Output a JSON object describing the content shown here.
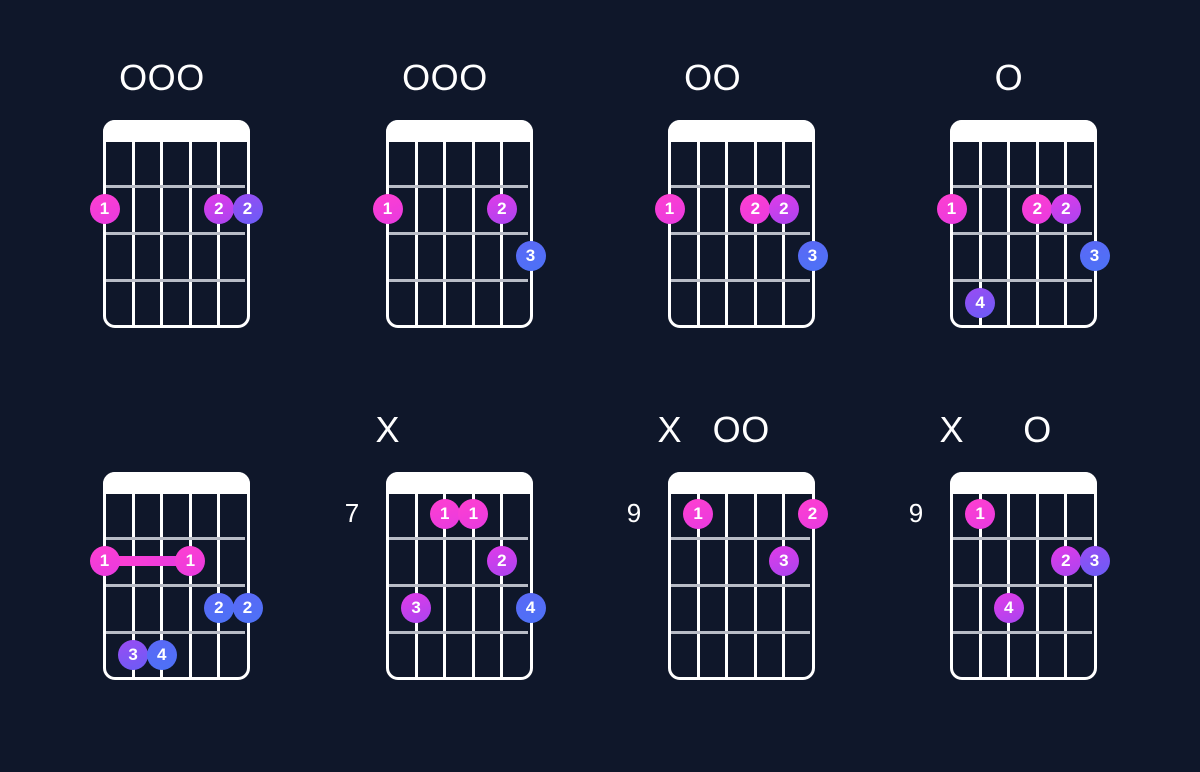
{
  "colors": {
    "background": "#0f172a",
    "frame": "#ffffff",
    "fret_line": "#b8bcc6",
    "finger_1": "#f63dd6",
    "finger_2": "#c040ee",
    "finger_3": "#7a57f5",
    "finger_4": "#4f6ef7"
  },
  "chords": [
    {
      "id": "chord-1",
      "markers": [
        {
          "string": 2,
          "symbol": "O"
        },
        {
          "string": 3,
          "symbol": "O"
        },
        {
          "string": 4,
          "symbol": "O"
        }
      ],
      "fret_label": "",
      "barre": null,
      "dots": [
        {
          "string": 1,
          "fret": 2,
          "finger": "1",
          "color": "pink"
        },
        {
          "string": 5,
          "fret": 2,
          "finger": "2",
          "color": "magenta"
        },
        {
          "string": 6,
          "fret": 2,
          "finger": "2",
          "color": "violet"
        }
      ]
    },
    {
      "id": "chord-2",
      "markers": [
        {
          "string": 2,
          "symbol": "O"
        },
        {
          "string": 3,
          "symbol": "O"
        },
        {
          "string": 4,
          "symbol": "O"
        }
      ],
      "fret_label": "",
      "barre": null,
      "dots": [
        {
          "string": 1,
          "fret": 2,
          "finger": "1",
          "color": "pink"
        },
        {
          "string": 5,
          "fret": 2,
          "finger": "2",
          "color": "magenta"
        },
        {
          "string": 6,
          "fret": 3,
          "finger": "3",
          "color": "blue"
        }
      ]
    },
    {
      "id": "chord-3",
      "markers": [
        {
          "string": 2,
          "symbol": "O"
        },
        {
          "string": 3,
          "symbol": "O"
        }
      ],
      "fret_label": "",
      "barre": null,
      "dots": [
        {
          "string": 1,
          "fret": 2,
          "finger": "1",
          "color": "pink"
        },
        {
          "string": 4,
          "fret": 2,
          "finger": "2",
          "color": "pink"
        },
        {
          "string": 5,
          "fret": 2,
          "finger": "2",
          "color": "magenta"
        },
        {
          "string": 6,
          "fret": 3,
          "finger": "3",
          "color": "blue"
        }
      ]
    },
    {
      "id": "chord-4",
      "markers": [
        {
          "string": 3,
          "symbol": "O"
        }
      ],
      "fret_label": "",
      "barre": null,
      "dots": [
        {
          "string": 1,
          "fret": 2,
          "finger": "1",
          "color": "pink"
        },
        {
          "string": 4,
          "fret": 2,
          "finger": "2",
          "color": "pink"
        },
        {
          "string": 5,
          "fret": 2,
          "finger": "2",
          "color": "magenta"
        },
        {
          "string": 6,
          "fret": 3,
          "finger": "3",
          "color": "blue"
        },
        {
          "string": 2,
          "fret": 4,
          "finger": "4",
          "color": "violet"
        }
      ]
    },
    {
      "id": "chord-5",
      "markers": [],
      "fret_label": "",
      "barre": {
        "from_string": 1,
        "to_string": 4,
        "fret": 2
      },
      "dots": [
        {
          "string": 1,
          "fret": 2,
          "finger": "1",
          "color": "pink"
        },
        {
          "string": 4,
          "fret": 2,
          "finger": "1",
          "color": "pink"
        },
        {
          "string": 5,
          "fret": 3,
          "finger": "2",
          "color": "blue"
        },
        {
          "string": 6,
          "fret": 3,
          "finger": "2",
          "color": "blue"
        },
        {
          "string": 2,
          "fret": 4,
          "finger": "3",
          "color": "violet"
        },
        {
          "string": 3,
          "fret": 4,
          "finger": "4",
          "color": "blue"
        }
      ]
    },
    {
      "id": "chord-6",
      "markers": [
        {
          "string": 1,
          "symbol": "X"
        }
      ],
      "fret_label": "7",
      "barre": null,
      "dots": [
        {
          "string": 3,
          "fret": 1,
          "finger": "1",
          "color": "pink"
        },
        {
          "string": 4,
          "fret": 1,
          "finger": "1",
          "color": "pink"
        },
        {
          "string": 5,
          "fret": 2,
          "finger": "2",
          "color": "magenta"
        },
        {
          "string": 2,
          "fret": 3,
          "finger": "3",
          "color": "magenta"
        },
        {
          "string": 6,
          "fret": 3,
          "finger": "4",
          "color": "blue"
        }
      ]
    },
    {
      "id": "chord-7",
      "markers": [
        {
          "string": 1,
          "symbol": "X"
        },
        {
          "string": 3,
          "symbol": "O"
        },
        {
          "string": 4,
          "symbol": "O"
        }
      ],
      "fret_label": "9",
      "barre": null,
      "dots": [
        {
          "string": 2,
          "fret": 1,
          "finger": "1",
          "color": "pink"
        },
        {
          "string": 6,
          "fret": 1,
          "finger": "2",
          "color": "pink"
        },
        {
          "string": 5,
          "fret": 2,
          "finger": "3",
          "color": "magenta"
        }
      ]
    },
    {
      "id": "chord-8",
      "markers": [
        {
          "string": 1,
          "symbol": "X"
        },
        {
          "string": 4,
          "symbol": "O"
        }
      ],
      "fret_label": "9",
      "barre": null,
      "dots": [
        {
          "string": 2,
          "fret": 1,
          "finger": "1",
          "color": "pink"
        },
        {
          "string": 5,
          "fret": 2,
          "finger": "2",
          "color": "magenta"
        },
        {
          "string": 6,
          "fret": 2,
          "finger": "3",
          "color": "violet"
        },
        {
          "string": 3,
          "fret": 3,
          "finger": "4",
          "color": "magenta"
        }
      ]
    }
  ]
}
